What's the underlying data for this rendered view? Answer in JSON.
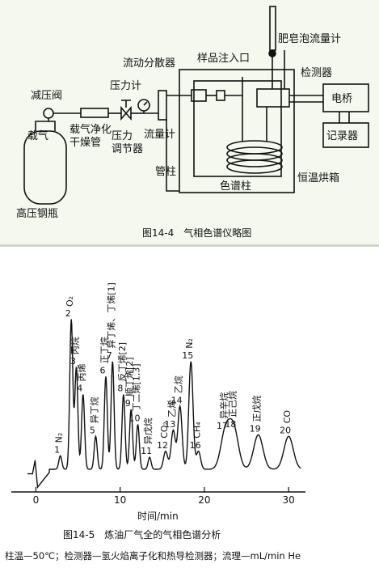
{
  "apparatus": {
    "labels": {
      "pressure_valve": "减压阀",
      "carrier_gas": "载气",
      "purify_tube_1": "载气净化",
      "purify_tube_2": "干燥管",
      "pressure_gauge": "压力计",
      "pressure_regulator_1": "压力",
      "pressure_regulator_2": "调节器",
      "flow_meter": "流量计",
      "splitter": "流动分散器",
      "injector": "样品注入口",
      "soap_flowmeter": "肥皂泡流量计",
      "detector": "检测器",
      "bridge": "电桥",
      "recorder": "记录器",
      "column_tube": "管柱",
      "column": "色谱柱",
      "oven": "恒温烘箱",
      "cylinder": "高压钢瓶"
    },
    "caption": "图14-4　气相色谱仪略图"
  },
  "chromatogram": {
    "peak_labels": [
      {
        "n": "1",
        "name": "N₂"
      },
      {
        "n": "2",
        "name": "O₂"
      },
      {
        "n": "3",
        "name": "丙烷"
      },
      {
        "n": "4",
        "name": "丙烯"
      },
      {
        "n": "5",
        "name": "异丁烷"
      },
      {
        "n": "6",
        "name": "正丁烷"
      },
      {
        "n": "7",
        "name": "异丁烯、丁烯[1]"
      },
      {
        "n": "8",
        "name": "反丁烯[2]"
      },
      {
        "n": "9",
        "name": "顺丁烯[2]"
      },
      {
        "n": "10",
        "name": "丁二烯[1,3]"
      },
      {
        "n": "11",
        "name": "异戊烷"
      },
      {
        "n": "12",
        "name": "CO₂"
      },
      {
        "n": "13",
        "name": "乙烯"
      },
      {
        "n": "14",
        "name": "乙烷"
      },
      {
        "n": "15",
        "name": "N₂"
      },
      {
        "n": "16",
        "name": "CH₄"
      },
      {
        "n": "17",
        "name": "异辛烷"
      },
      {
        "n": "18",
        "name": "正己烷"
      },
      {
        "n": "19",
        "name": "正戊烷"
      },
      {
        "n": "20",
        "name": "CO"
      }
    ],
    "caption": "图14-5　炼油厂气全的气相色谱分析",
    "conditions": "柱温—50℃；检测器—氢火焰离子化和热导检测器；流理—mL/min He"
  },
  "chart_data": {
    "type": "line",
    "xlabel": "时间/min",
    "ylabel": "",
    "xlim": [
      -1,
      32
    ],
    "ylim": [
      0,
      100
    ],
    "xticks": [
      0,
      10,
      20,
      30
    ],
    "grid": false,
    "peaks": [
      {
        "n": "1",
        "x": 2.9,
        "y": 9
      },
      {
        "n": "2",
        "x": 4.2,
        "y": 100
      },
      {
        "n": "3",
        "x": 4.8,
        "y": 68
      },
      {
        "n": "4",
        "x": 5.6,
        "y": 50
      },
      {
        "n": "5",
        "x": 7.1,
        "y": 22
      },
      {
        "n": "6",
        "x": 8.3,
        "y": 62
      },
      {
        "n": "7",
        "x": 9.1,
        "y": 72
      },
      {
        "n": "8",
        "x": 10.4,
        "y": 50
      },
      {
        "n": "9",
        "x": 11.3,
        "y": 40
      },
      {
        "n": "10",
        "x": 12.1,
        "y": 30
      },
      {
        "n": "11",
        "x": 13.5,
        "y": 8
      },
      {
        "n": "12",
        "x": 15.4,
        "y": 12
      },
      {
        "n": "13",
        "x": 16.3,
        "y": 26
      },
      {
        "n": "14",
        "x": 17.1,
        "y": 42
      },
      {
        "n": "15",
        "x": 18.4,
        "y": 72
      },
      {
        "n": "16",
        "x": 19.3,
        "y": 12
      },
      {
        "n": "17",
        "x": 22.5,
        "y": 25
      },
      {
        "n": "18",
        "x": 23.5,
        "y": 26
      },
      {
        "n": "19",
        "x": 26.4,
        "y": 23
      },
      {
        "n": "20",
        "x": 30.0,
        "y": 22
      }
    ]
  }
}
